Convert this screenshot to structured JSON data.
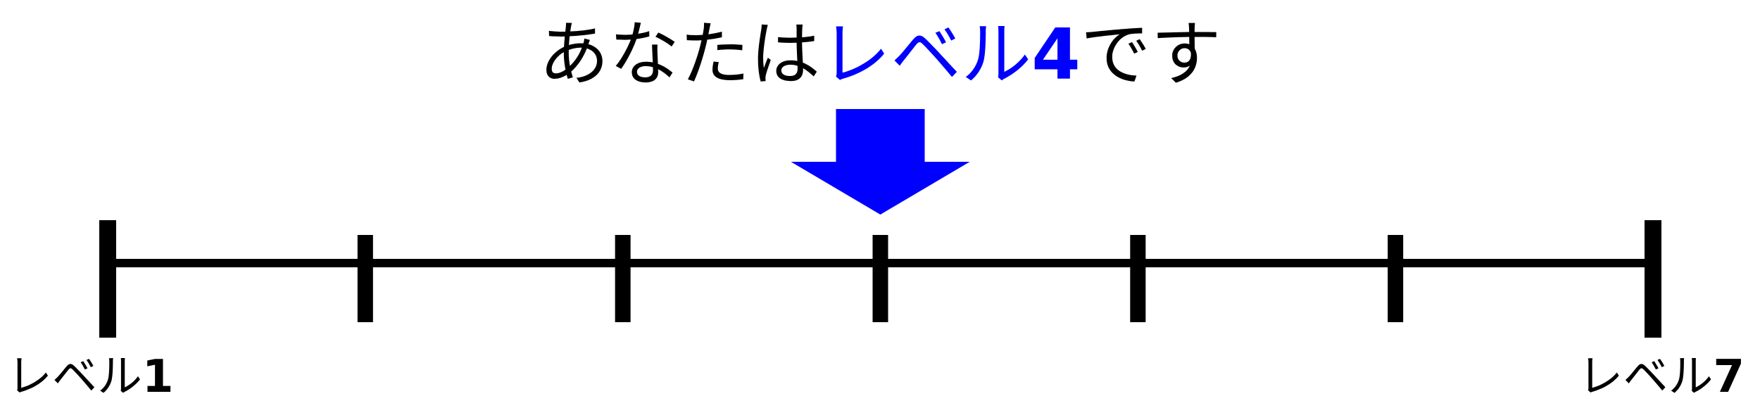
{
  "title": {
    "prefix": "あなたは",
    "level_word": "レベル",
    "level_number": "4",
    "suffix": "です"
  },
  "scale": {
    "levels": [
      1,
      2,
      3,
      4,
      5,
      6,
      7
    ],
    "current_level": 4,
    "start_label": {
      "word": "レベル",
      "number": "1"
    },
    "end_label": {
      "word": "レベル",
      "number": "7"
    }
  },
  "colors": {
    "accent": "#0000ff",
    "line": "#000000",
    "text": "#000000"
  },
  "icons": {
    "indicator": "down-arrow-icon"
  }
}
